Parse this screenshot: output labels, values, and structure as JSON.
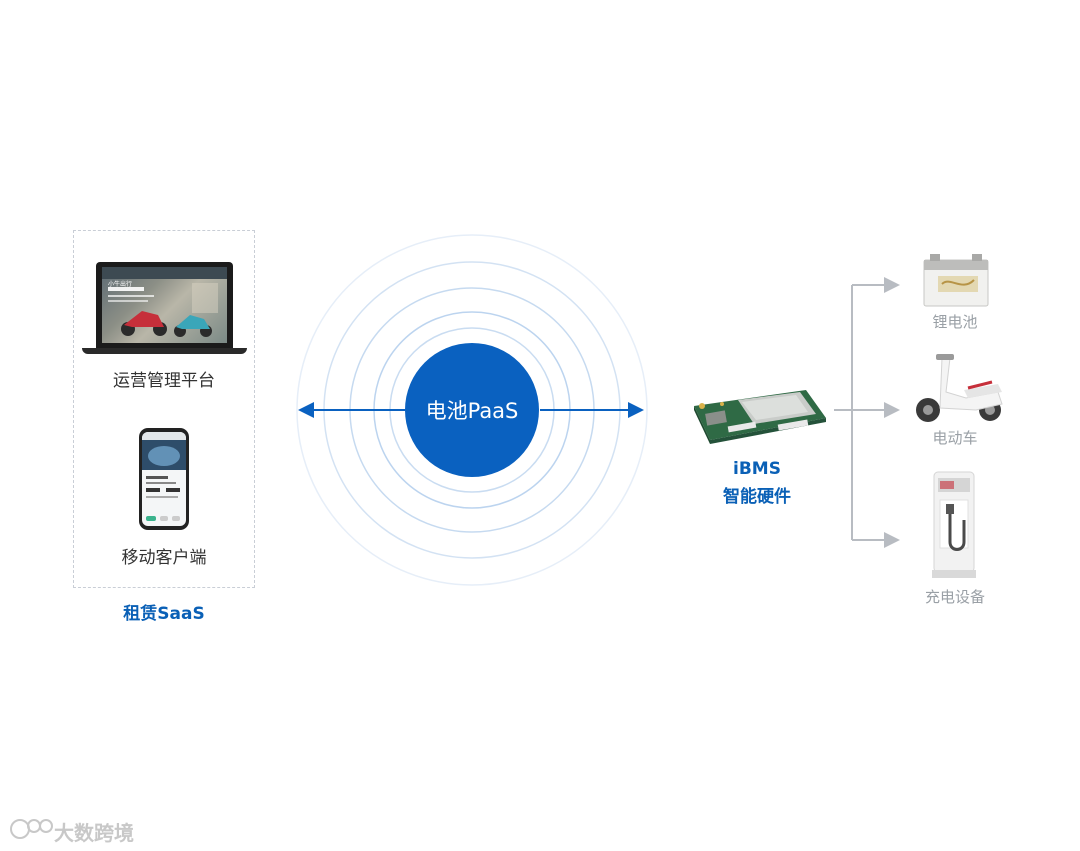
{
  "left_panel": {
    "group_label": "租赁SaaS",
    "laptop": {
      "label": "运营管理平台",
      "screen_title": "小牛出行"
    },
    "mobile": {
      "label": "移动客户端"
    }
  },
  "center": {
    "title": "电池PaaS"
  },
  "hardware": {
    "name_line1": "iBMS",
    "name_line2": "智能硬件"
  },
  "devices": [
    {
      "label": "锂电池",
      "icon": "battery-icon"
    },
    {
      "label": "电动车",
      "icon": "scooter-icon"
    },
    {
      "label": "充电设备",
      "icon": "charging-station-icon"
    }
  ],
  "watermark": {
    "text": "大数跨境"
  },
  "colors": {
    "brand_blue": "#0a61c0",
    "label_blue": "#0a60b6",
    "ring_blue": "#bcd4ef",
    "arrow_grey": "#b8bcc2",
    "text_dark": "#333333",
    "text_grey": "#9aa0a6"
  }
}
